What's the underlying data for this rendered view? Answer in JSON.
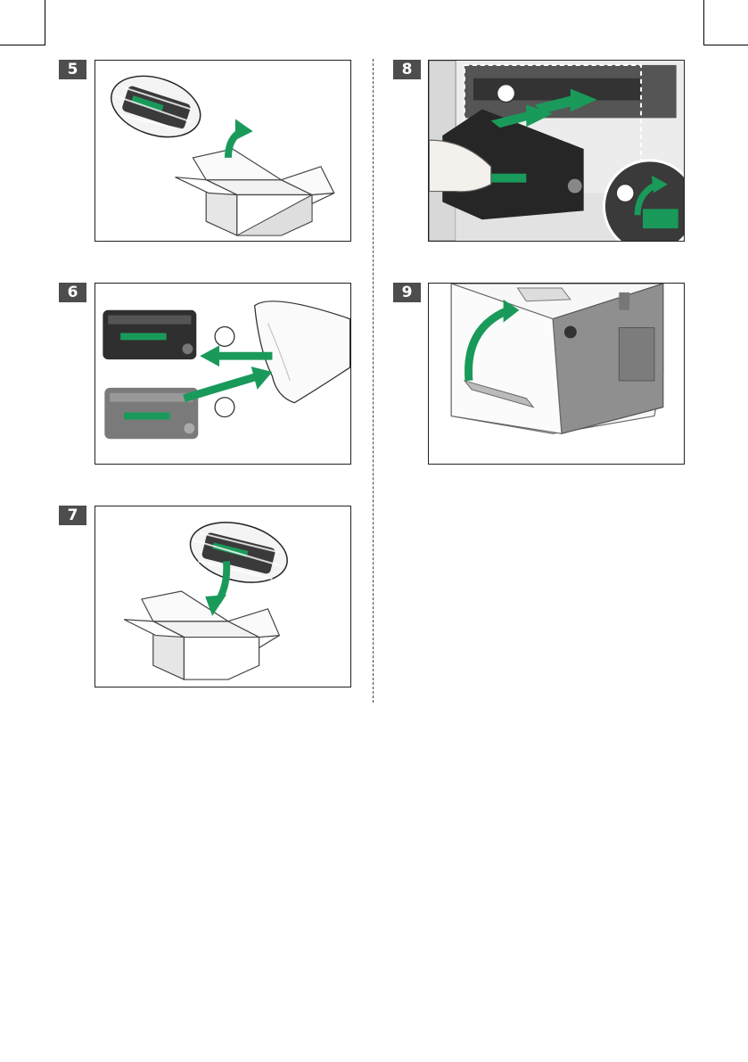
{
  "steps": [
    {
      "number": "5",
      "description_icon": "unpack-cartridge-from-box"
    },
    {
      "number": "6",
      "description_icon": "remove-protective-bag"
    },
    {
      "number": "7",
      "description_icon": "put-old-cartridge-in-box"
    },
    {
      "number": "8",
      "description_icon": "insert-cartridge-into-printer"
    },
    {
      "number": "9",
      "description_icon": "close-front-cover"
    }
  ],
  "colors": {
    "accent": "#1a9a5a",
    "badge": "#4d4d4d",
    "cartridge": "#333333"
  }
}
